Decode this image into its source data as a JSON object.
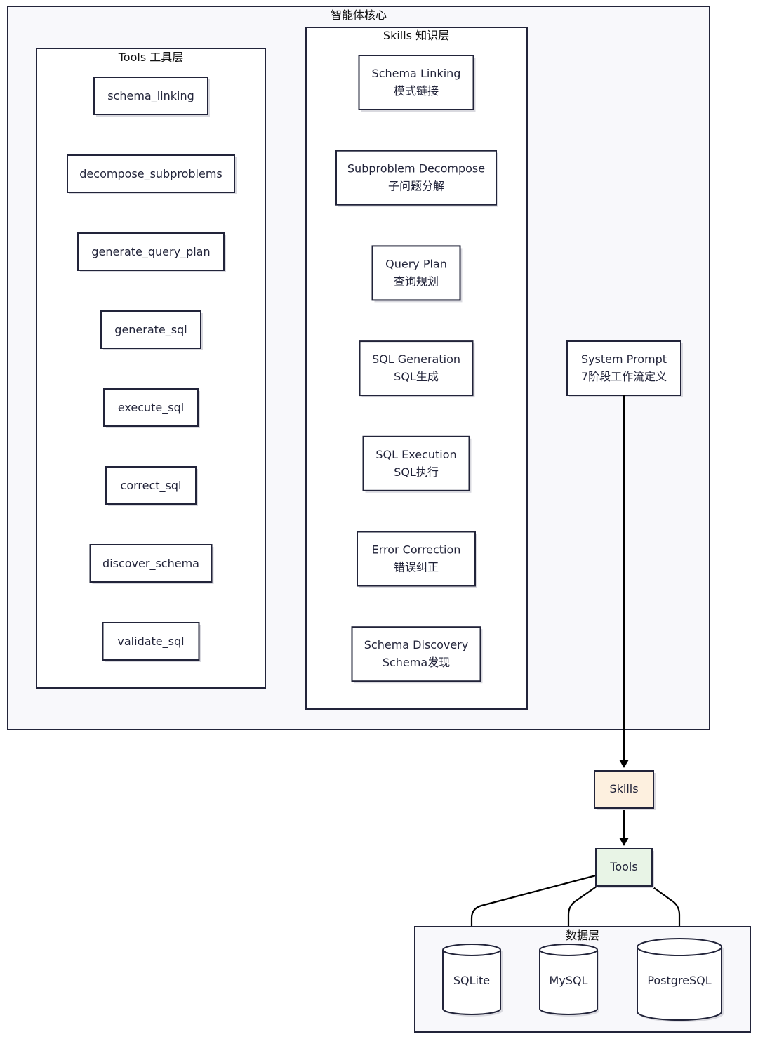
{
  "core": {
    "title": "智能体核心"
  },
  "tools_layer": {
    "title": "Tools 工具层",
    "items": [
      "schema_linking",
      "decompose_subproblems",
      "generate_query_plan",
      "generate_sql",
      "execute_sql",
      "correct_sql",
      "discover_schema",
      "validate_sql"
    ]
  },
  "skills_layer": {
    "title": "Skills 知识层",
    "items": [
      {
        "en": "Schema Linking",
        "zh": "模式链接"
      },
      {
        "en": "Subproblem Decompose",
        "zh": "子问题分解"
      },
      {
        "en": "Query Plan",
        "zh": "查询规划"
      },
      {
        "en": "SQL Generation",
        "zh": "SQL生成"
      },
      {
        "en": "SQL Execution",
        "zh": "SQL执行"
      },
      {
        "en": "Error Correction",
        "zh": "错误纠正"
      },
      {
        "en": "Schema Discovery",
        "zh": "Schema发现"
      }
    ]
  },
  "system_prompt": {
    "line1": "System Prompt",
    "line2": "7阶段工作流定义"
  },
  "flow": {
    "skills": "Skills",
    "tools": "Tools"
  },
  "data_layer": {
    "title": "数据层",
    "databases": [
      "SQLite",
      "MySQL",
      "PostgreSQL"
    ]
  },
  "colors": {
    "border": "#22243a",
    "cluster_fill": "#f8f8fb",
    "skills_fill": "#fdf0df",
    "tools_fill": "#e8f4e6",
    "edge": "#000000"
  }
}
